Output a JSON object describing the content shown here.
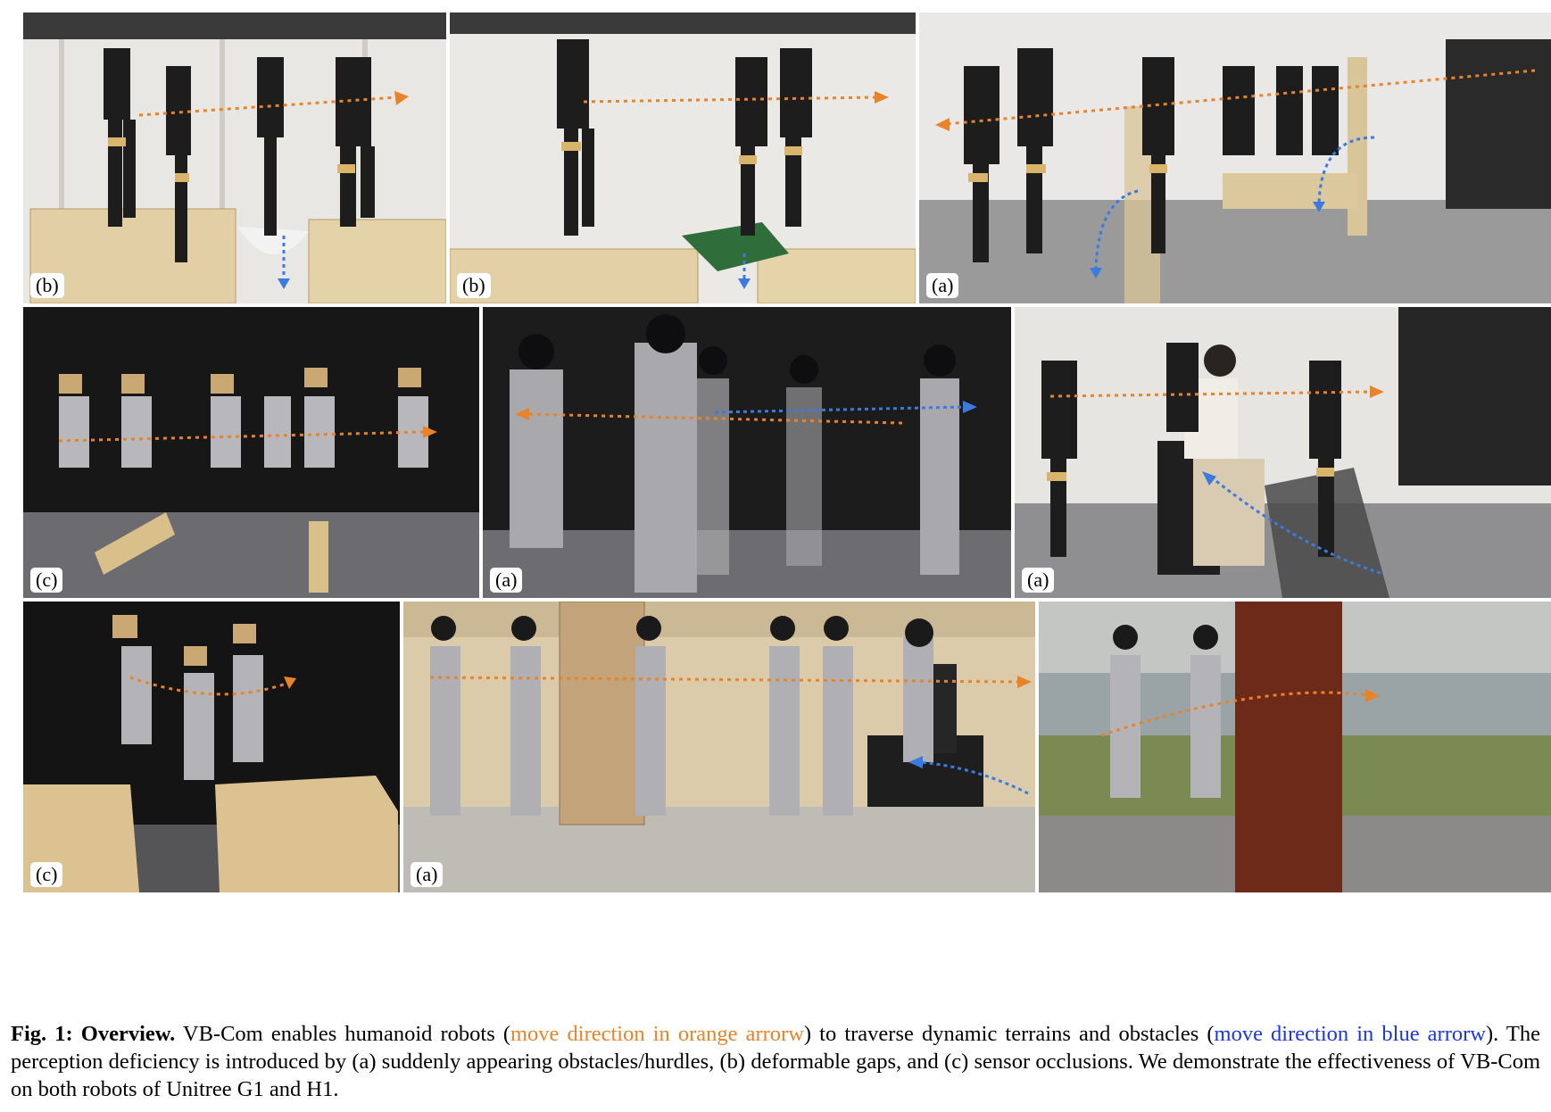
{
  "panels": [
    {
      "id": "p1",
      "label": "(b)"
    },
    {
      "id": "p2",
      "label": "(b)"
    },
    {
      "id": "p3",
      "label": "(a)"
    },
    {
      "id": "p4",
      "label": "(c)"
    },
    {
      "id": "p5",
      "label": "(a)"
    },
    {
      "id": "p6",
      "label": "(a)"
    },
    {
      "id": "p7",
      "label": "(c)"
    },
    {
      "id": "p8",
      "label": "(a)"
    },
    {
      "id": "p9",
      "label": ""
    }
  ],
  "caption": {
    "fig_num": "Fig. 1:",
    "title": "Overview.",
    "t1": "VB-Com enables humanoid robots (",
    "orange": "move direction in orange arrorw",
    "t2": ") to traverse dynamic terrains and obstacles (",
    "blue": "move direction in blue arrorw",
    "t3": "). The perception deficiency is introduced by (a) suddenly appearing obstacles/hurdles, (b) deformable gaps, and (c) sensor occlusions. We demonstrate the effectiveness of VB-Com on both robots of Unitree G1 and H1."
  },
  "colors": {
    "orange_arrow": "#e8832a",
    "blue_arrow": "#3b7be0"
  }
}
